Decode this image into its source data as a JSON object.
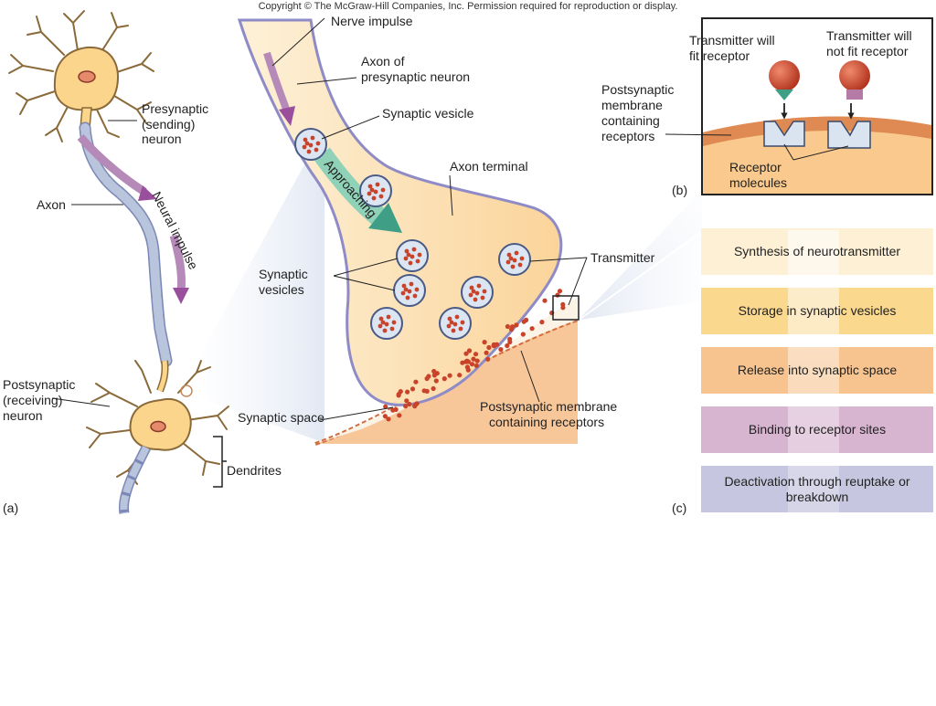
{
  "copyright": "Copyright © The McGraw-Hill Companies, Inc. Permission required for reproduction or display.",
  "panel_a": {
    "letter": "(a)",
    "presynaptic": [
      "Presynaptic",
      "(sending)",
      "neuron"
    ],
    "axon": "Axon",
    "neural_impulse": "Neural impulse",
    "postsynaptic": [
      "Postsynaptic",
      "(receiving)",
      "neuron"
    ],
    "dendrites": "Dendrites"
  },
  "synapse": {
    "nerve_impulse": "Nerve impulse",
    "axon_of_presynaptic": [
      "Axon of",
      "presynaptic neuron"
    ],
    "synaptic_vesicle": "Synaptic vesicle",
    "approaching": "Approaching",
    "axon_terminal": "Axon terminal",
    "synaptic_vesicles": [
      "Synaptic",
      "vesicles"
    ],
    "transmitter": "Transmitter",
    "synaptic_space": "Synaptic space",
    "postsynaptic_membrane": [
      "Postsynaptic membrane",
      "containing receptors"
    ]
  },
  "panel_b": {
    "letter": "(b)",
    "will_fit": [
      "Transmitter will",
      "fit receptor"
    ],
    "will_not_fit": [
      "Transmitter will",
      "not fit receptor"
    ],
    "membrane": [
      "Postsynaptic",
      "membrane",
      "containing",
      "receptors"
    ],
    "receptor": [
      "Receptor",
      "molecules"
    ]
  },
  "panel_c": {
    "letter": "(c)",
    "steps": [
      {
        "label": "Synthesis of neurotransmitter",
        "color": "#fdf0d4"
      },
      {
        "label": "Storage in synaptic vesicles",
        "color": "#fad88e"
      },
      {
        "label": "Release into synaptic space",
        "color": "#f7c38e"
      },
      {
        "label": "Binding to receptor sites",
        "color": "#d7b5d0"
      },
      {
        "label": "Deactivation through reuptake or breakdown",
        "color": "#c7c6e0"
      }
    ]
  },
  "colors": {
    "neuron_fill": "#fbd58c",
    "neuron_stroke": "#8a6a3a",
    "terminal_fill": "#fcd9a2",
    "terminal_stroke": "#8e8bc7",
    "vesicle_fill": "#dbe6f2",
    "transmitter_dot": "#c9432a",
    "impulse_arrow": "#9a4f9c",
    "approach_arrow": "#3f9f86",
    "myelin": "#b9c4dd"
  }
}
